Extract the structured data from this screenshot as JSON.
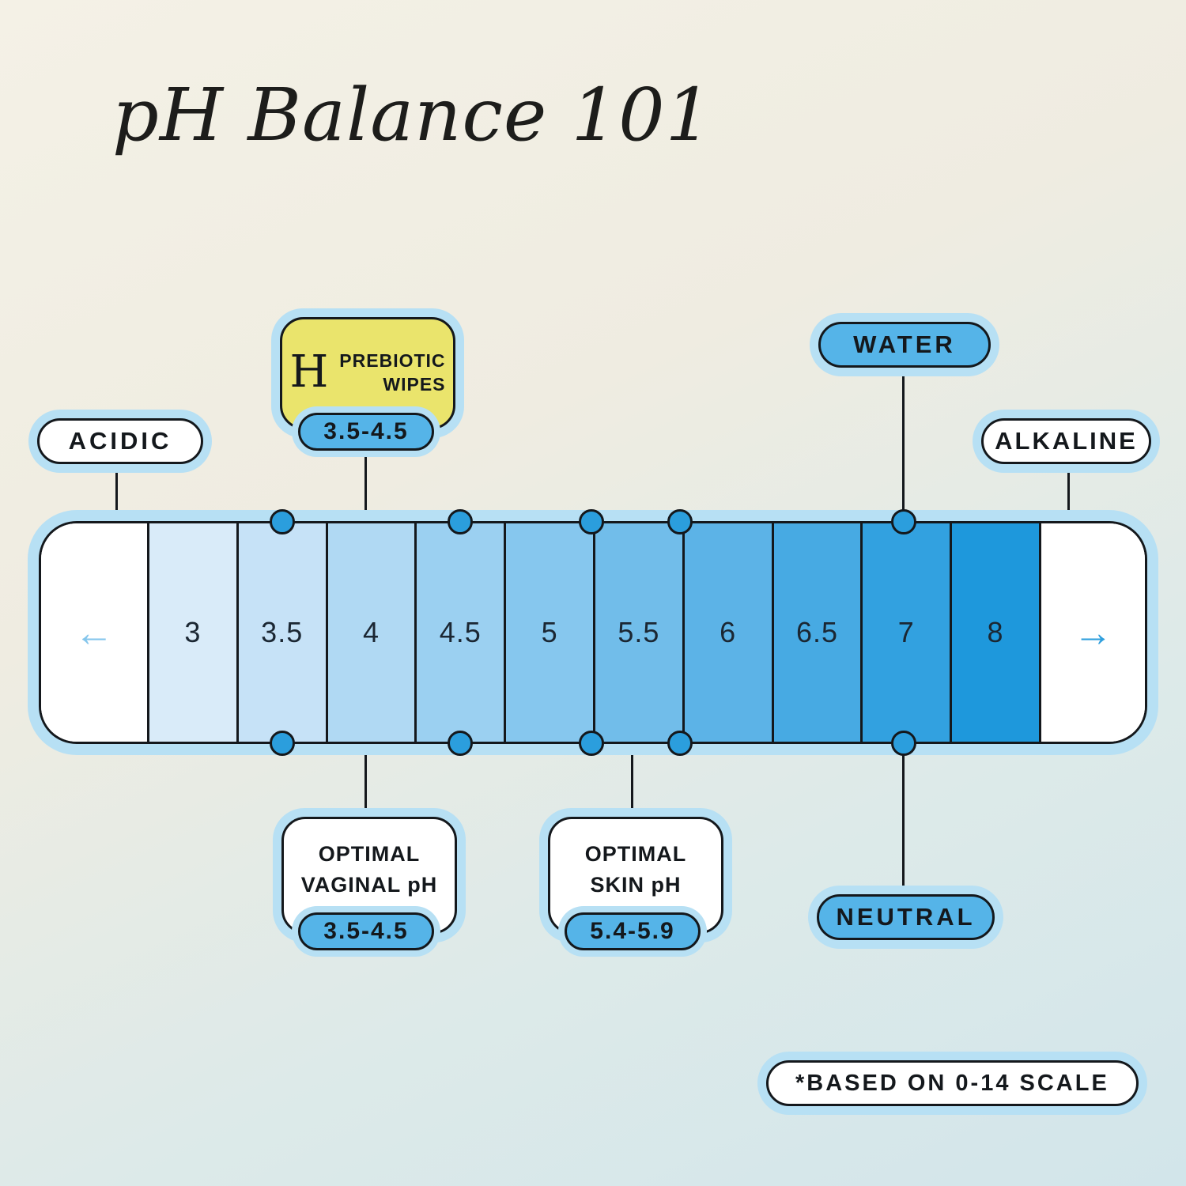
{
  "title": "pH Balance 101",
  "colors": {
    "halo": "#b7e0f4",
    "pill_blue": "#55b4e8",
    "wipes_yellow": "#eae46c",
    "outline": "#14181c",
    "dot_blue": "#2b9edd",
    "arrow_left_blue": "#85c6ec",
    "arrow_right_blue": "#2f9fdd"
  },
  "scale": {
    "left_arrow": "←",
    "right_arrow": "→",
    "segments": [
      {
        "label": "3",
        "color": "#d9ebf9"
      },
      {
        "label": "3.5",
        "color": "#c6e2f7"
      },
      {
        "label": "4",
        "color": "#b0d9f3"
      },
      {
        "label": "4.5",
        "color": "#9bd0f1"
      },
      {
        "label": "5",
        "color": "#86c7ee"
      },
      {
        "label": "5.5",
        "color": "#71bdea"
      },
      {
        "label": "6",
        "color": "#5cb3e7"
      },
      {
        "label": "6.5",
        "color": "#47aae3"
      },
      {
        "label": "7",
        "color": "#32a1e0"
      },
      {
        "label": "8",
        "color": "#1e98dc"
      }
    ]
  },
  "labels": {
    "acidic": "ACIDIC",
    "alkaline": "ALKALINE",
    "water": "WATER",
    "neutral": "NEUTRAL",
    "footnote": "*BASED ON 0-14 SCALE"
  },
  "callouts": {
    "wipes": {
      "brand_letter": "H",
      "name_line1": "PREBIOTIC",
      "name_line2": "WIPES",
      "range": "3.5-4.5"
    },
    "vaginal": {
      "line1": "OPTIMAL",
      "line2": "VAGINAL pH",
      "range": "3.5-4.5"
    },
    "skin": {
      "line1": "OPTIMAL",
      "line2": "SKIN pH",
      "range": "5.4-5.9"
    }
  }
}
